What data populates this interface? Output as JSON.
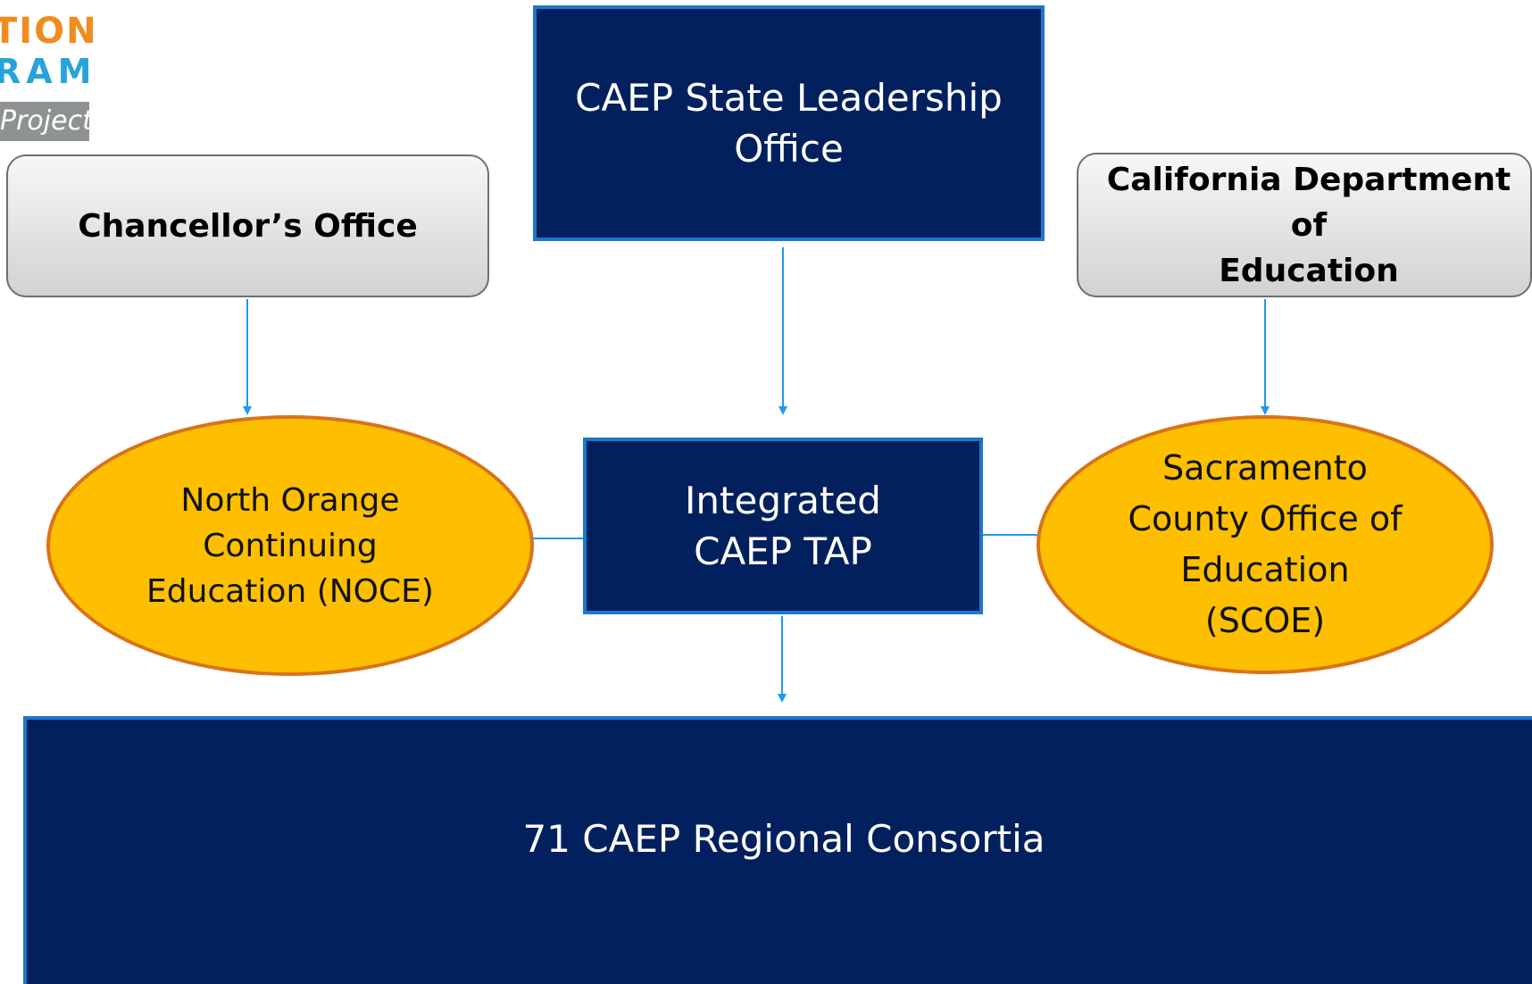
{
  "logo": {
    "line1": "TION",
    "line2": "RAM",
    "tag": "Project",
    "colors": {
      "orange": "#f08c1f",
      "blue": "#27a3d9",
      "gray": "#8f9293"
    }
  },
  "nodes": {
    "leadership": "CAEP State Leadership\nOffice",
    "chancellor": "Chancellor’s Office",
    "cde": "California Department of\nEducation",
    "tap": "Integrated\nCAEP TAP",
    "noce": "North Orange\nContinuing\nEducation (NOCE)",
    "scoe": "Sacramento\nCounty Office of\nEducation\n(SCOE)",
    "consortia": "71 CAEP Regional Consortia"
  },
  "colors": {
    "navy": "#03205e",
    "navy_border": "#1b78cc",
    "ellipse_fill": "#fdbf00",
    "ellipse_border": "#d9731b",
    "connector": "#1e9be9",
    "gray_box": "#d9d9d9"
  }
}
